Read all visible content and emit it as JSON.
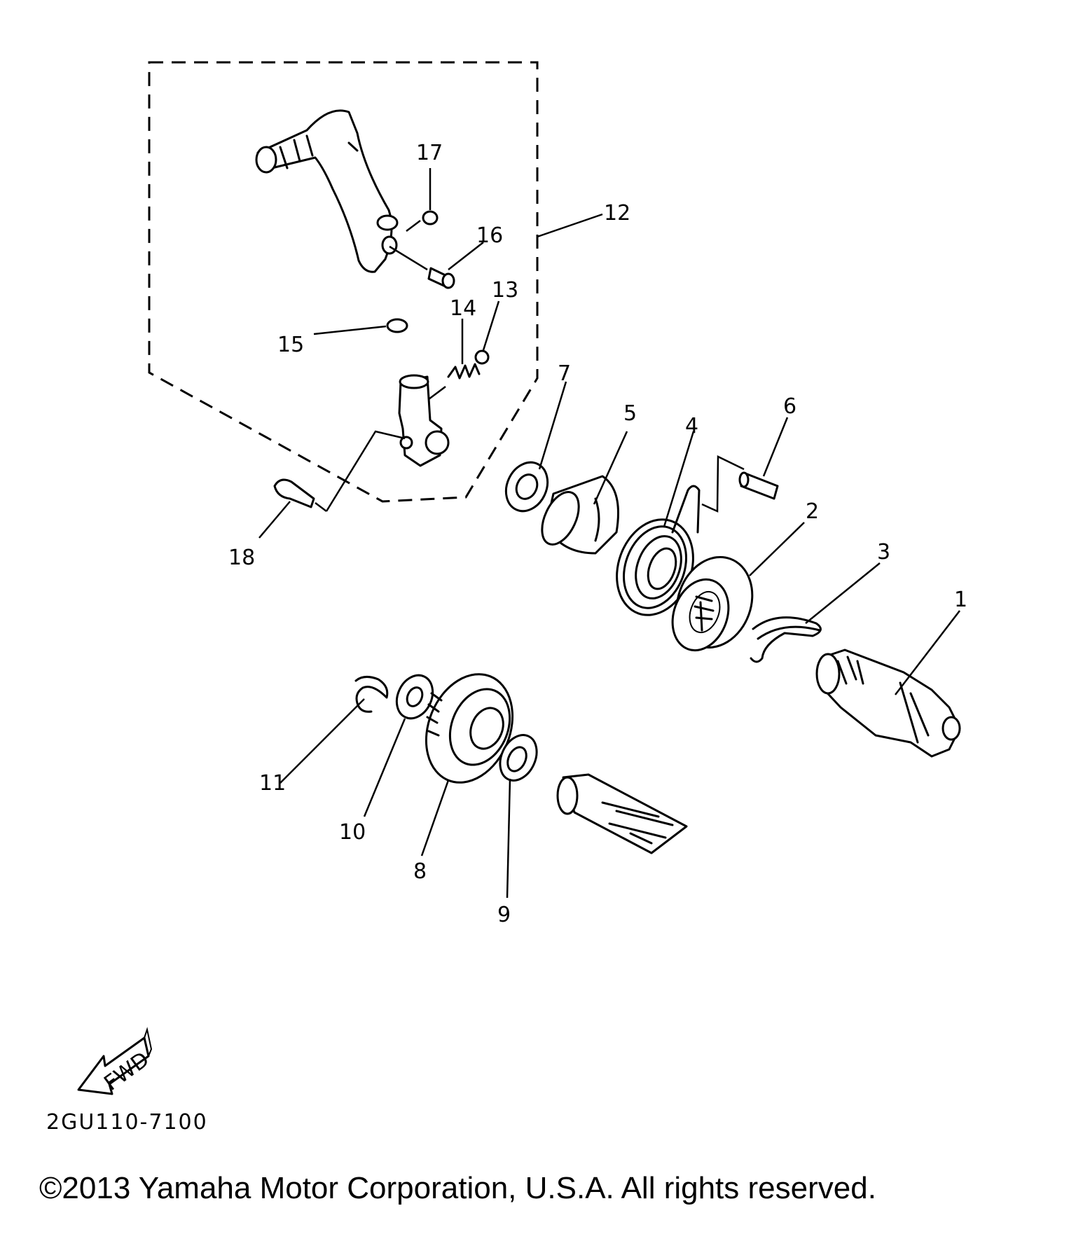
{
  "diagram_code": "2GU110-7100",
  "fwd_label": "FWD",
  "copyright": "©2013 Yamaha Motor Corporation, U.S.A. All rights reserved.",
  "callouts": {
    "c1": "1",
    "c2": "2",
    "c3": "3",
    "c4": "4",
    "c5": "5",
    "c6": "6",
    "c7": "7",
    "c8": "8",
    "c9": "9",
    "c10": "10",
    "c11": "11",
    "c12": "12",
    "c13": "13",
    "c14": "14",
    "c15": "15",
    "c16": "16",
    "c17": "17",
    "c18": "18"
  }
}
